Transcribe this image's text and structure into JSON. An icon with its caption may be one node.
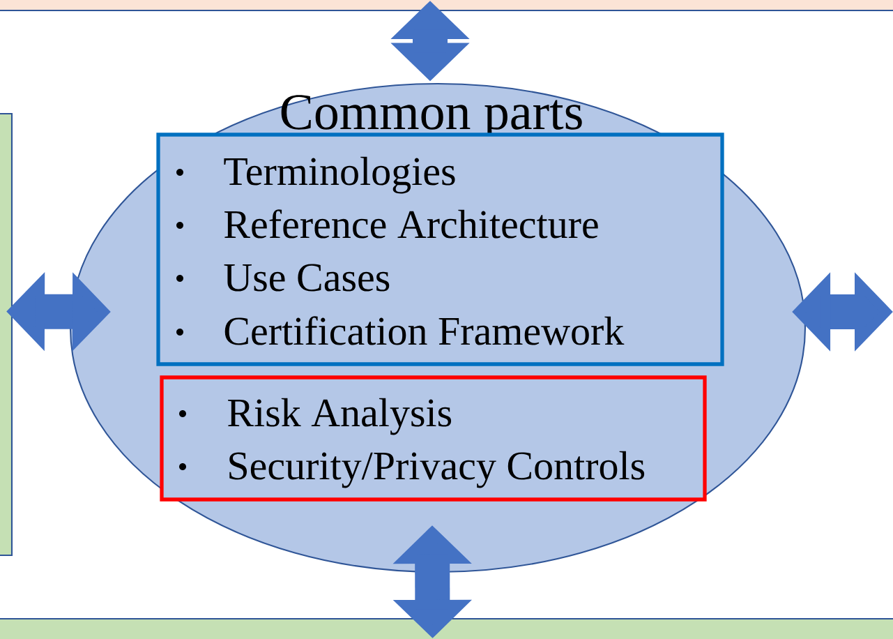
{
  "diagram": {
    "nodes": [
      {
        "text": [
          "Common parts"
        ]
      },
      {
        "text": [
          "Terminologies",
          "Reference Architecture",
          "Use Cases",
          "Certification Framework"
        ],
        "in": 0
      },
      {
        "text": [
          "Risk Analysis",
          "Security/Privacy Controls"
        ],
        "in": 0
      },
      {
        "text": [],
        "shape": "box"
      },
      {
        "text": [],
        "shape": "box"
      },
      {
        "text": [],
        "shape": "box"
      }
    ],
    "edges": [
      {
        "from": 3,
        "to": 0,
        "arrow": "both"
      },
      {
        "from": 4,
        "to": 0,
        "arrow": "both"
      },
      {
        "from": 0,
        "to": null,
        "arrow": "both"
      },
      {
        "from": 0,
        "to": 5,
        "arrow": "both"
      }
    ]
  }
}
